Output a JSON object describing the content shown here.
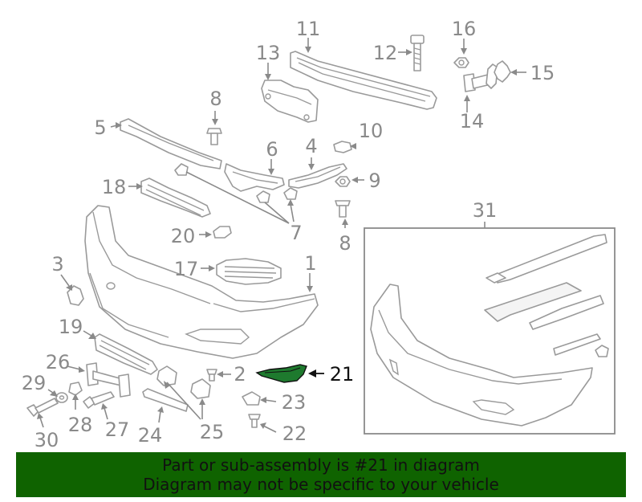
{
  "callouts": {
    "c1": "1",
    "c2": "2",
    "c3": "3",
    "c4": "4",
    "c5": "5",
    "c6": "6",
    "c7": "7",
    "c8a": "8",
    "c8b": "8",
    "c9": "9",
    "c10": "10",
    "c11": "11",
    "c12": "12",
    "c13": "13",
    "c14": "14",
    "c15": "15",
    "c16": "16",
    "c17": "17",
    "c18": "18",
    "c19": "19",
    "c20": "20",
    "c21": "21",
    "c22": "22",
    "c23": "23",
    "c24": "24",
    "c25": "25",
    "c26": "26",
    "c27": "27",
    "c28": "28",
    "c29": "29",
    "c30": "30",
    "c31": "31"
  },
  "highlight_color": "#1e7a2e",
  "banner": {
    "line1": "Part or sub-assembly is #21 in diagram",
    "line2": "Diagram may not be specific to your vehicle",
    "background": "#0f6300"
  }
}
